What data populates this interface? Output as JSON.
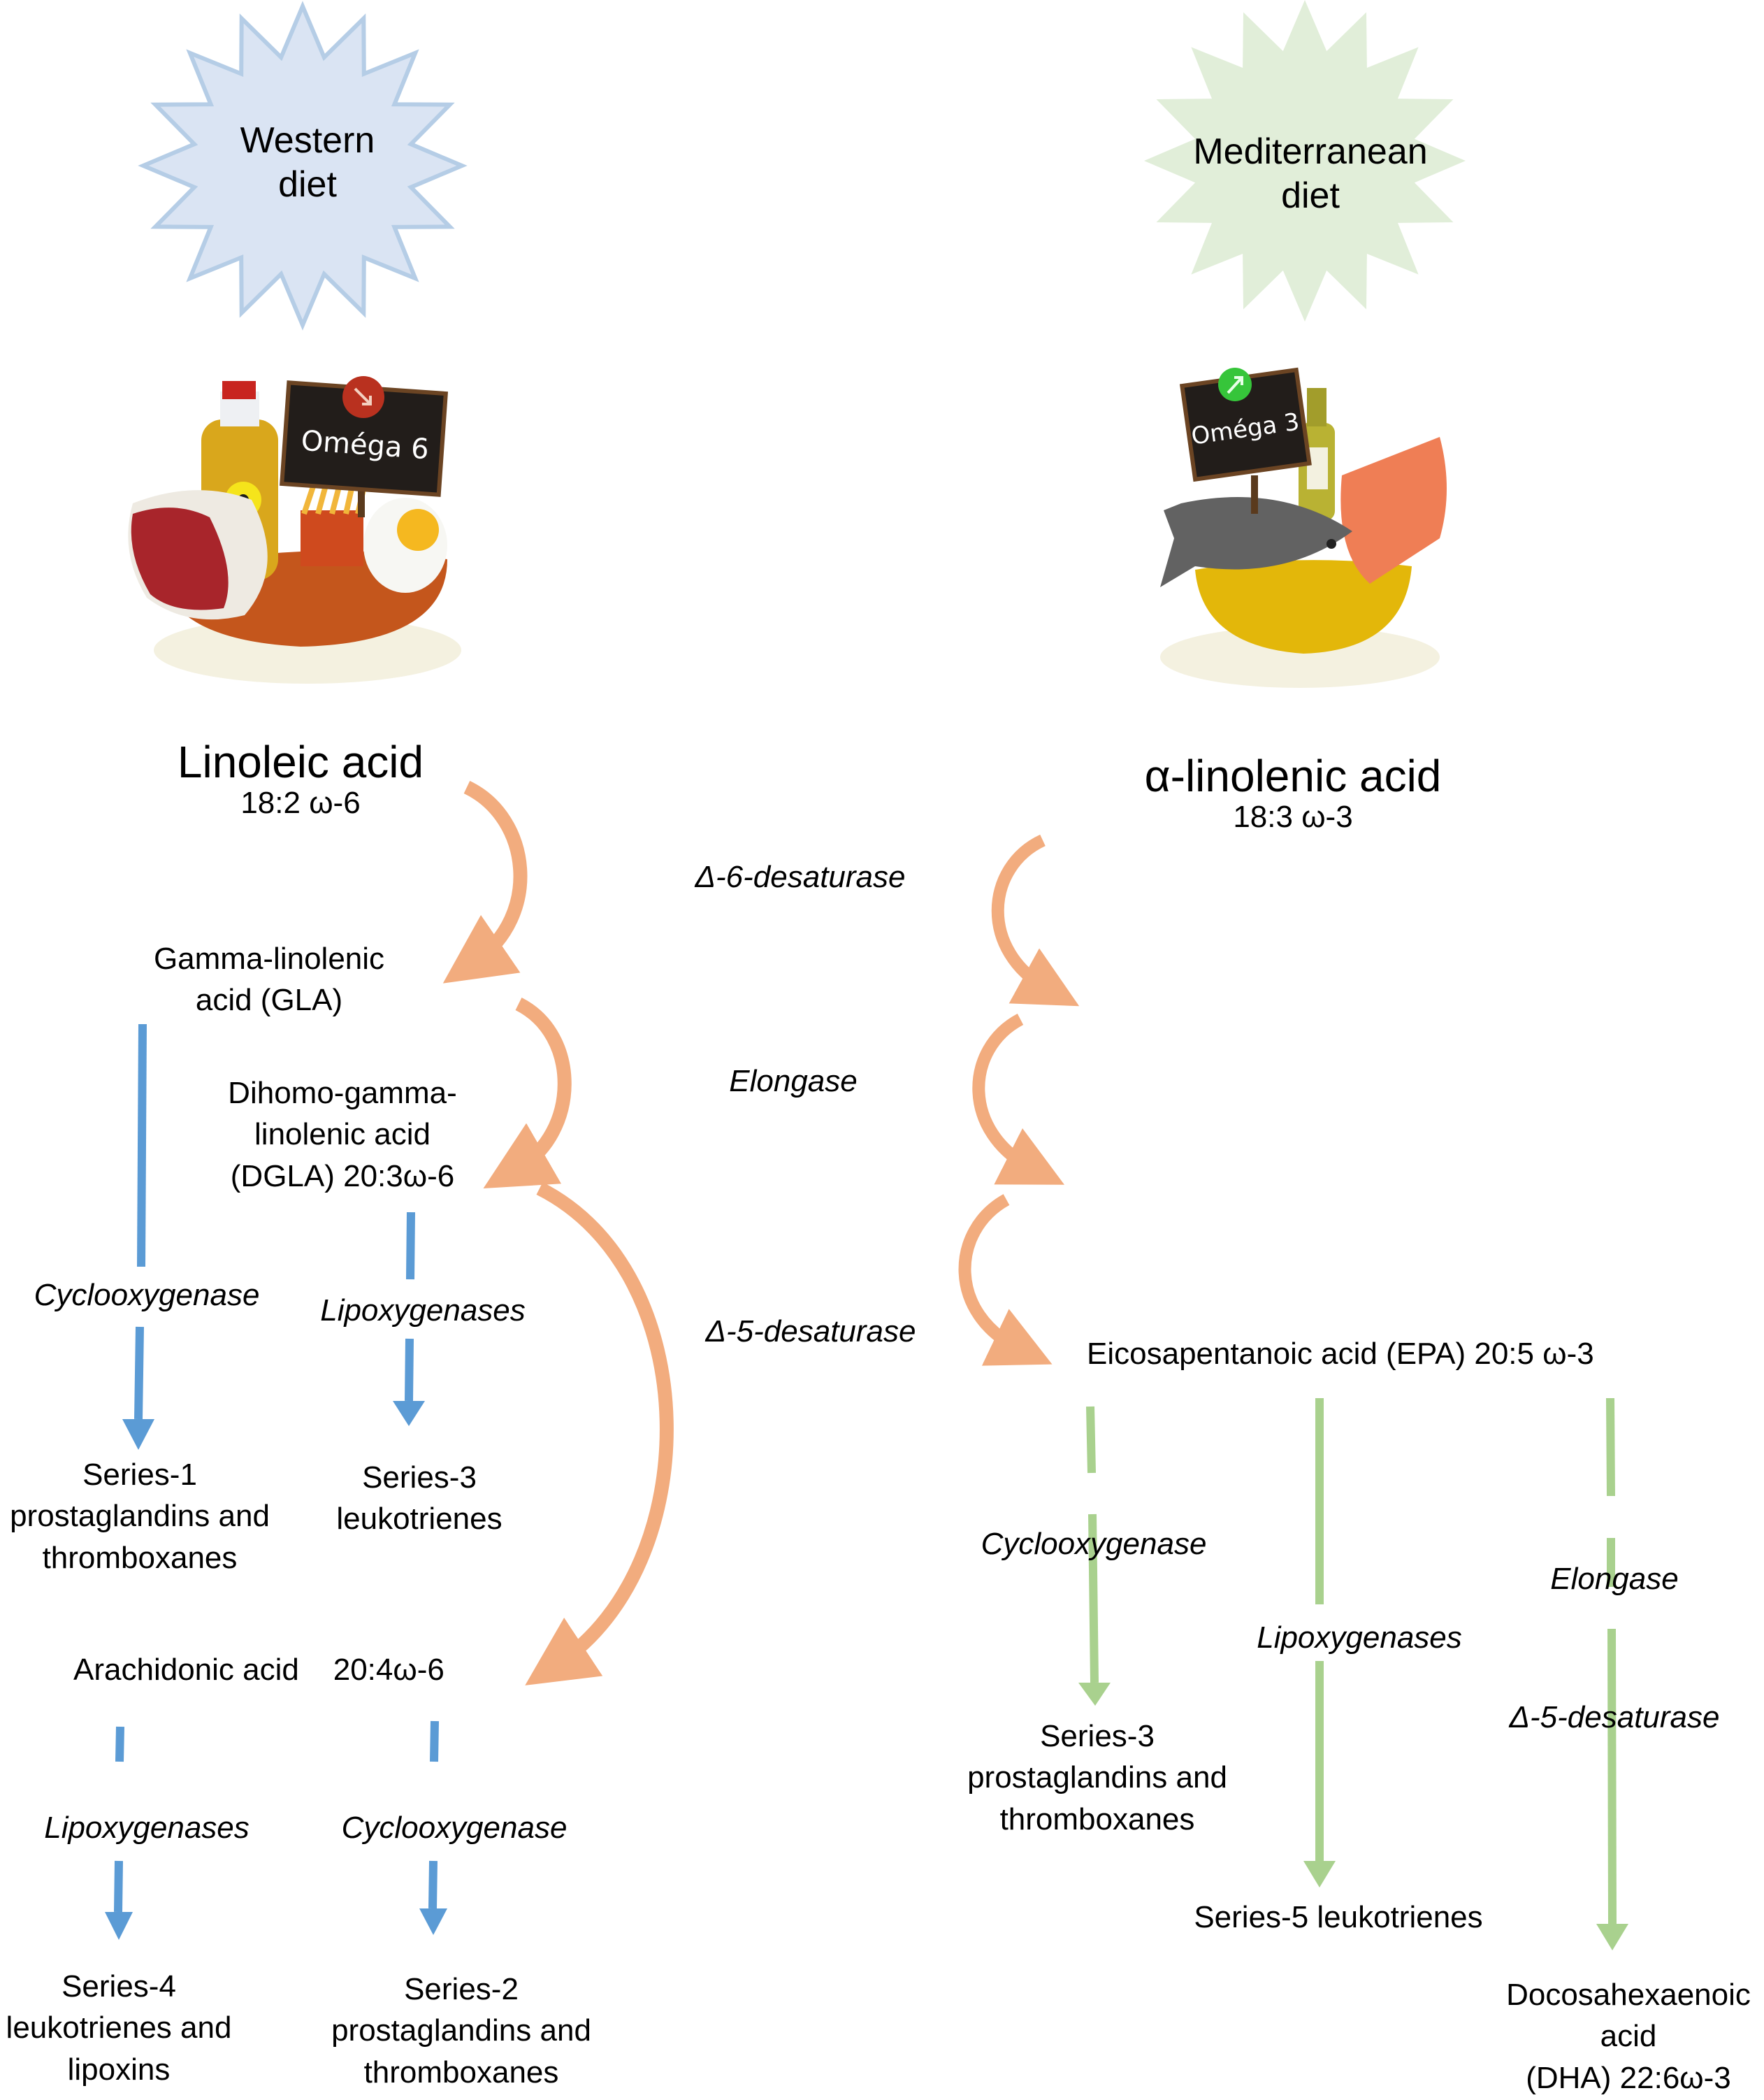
{
  "colors": {
    "western_star_fill": "#dae4f3",
    "western_star_stroke": "#b5cde6",
    "mediterranean_star_fill": "#e1eed9",
    "orange_arrow": "#f2ac7e",
    "blue_arrow": "#5b9bd5",
    "green_arrow": "#a9d18e"
  },
  "western": {
    "title": [
      "Western",
      "diet"
    ],
    "illustration": {
      "sign_text": "Oméga 6",
      "sign_badge": "arrow-down-right-icon",
      "items": [
        "meat",
        "sunflower-oil-bottle",
        "fries",
        "fried-egg",
        "bowl"
      ]
    },
    "linoleic": {
      "name": "Linoleic acid",
      "formula": "18:2  ω-6"
    },
    "gla": [
      "Gamma-linolenic",
      "acid (GLA)"
    ],
    "dgla": [
      "Dihomo-gamma-",
      "linolenic acid",
      "(DGLA) 20:3ω-6"
    ],
    "gla_enzyme": "Cyclooxygenase",
    "dgla_enzyme": "Lipoxygenases",
    "gla_product": [
      "Series-1",
      "prostaglandins and",
      "thromboxanes"
    ],
    "dgla_product": [
      "Series-3",
      "leukotrienes"
    ],
    "arachidonic": "Arachidonic acid    20:4ω-6",
    "aa_left_enzyme": "Lipoxygenases",
    "aa_right_enzyme": "Cyclooxygenase",
    "aa_left_product": [
      "Series-4",
      "leukotrienes and",
      "lipoxins"
    ],
    "aa_right_product": [
      "Series-2",
      "prostaglandins and",
      "thromboxanes"
    ]
  },
  "shared_enzymes": {
    "d6": "Δ-6-desaturase",
    "elongase": "Elongase",
    "d5": "Δ-5-desaturase"
  },
  "mediterranean": {
    "title": [
      "Mediterranean",
      "diet"
    ],
    "illustration": {
      "sign_text": "Oméga 3",
      "sign_badge": "arrow-up-right-icon",
      "items": [
        "fish",
        "olive-oil-bottle",
        "salmon-fillet",
        "bowl"
      ]
    },
    "ala": {
      "name": "α-linolenic acid",
      "formula": "18:3 ω-3"
    },
    "epa": "Eicosapentanoic acid (EPA) 20:5 ω-3",
    "enzyme_cox": "Cyclooxygenase",
    "enzyme_lox": "Lipoxygenases",
    "enzyme_elongase": "Elongase",
    "enzyme_d5": "Δ-5-desaturase",
    "product_cox": [
      "Series-3",
      "prostaglandins and",
      "thromboxanes"
    ],
    "product_lox": "Series-5 leukotrienes",
    "product_dha": [
      "Docosahexaenoic",
      "acid",
      "(DHA) 22:6ω-3"
    ]
  }
}
